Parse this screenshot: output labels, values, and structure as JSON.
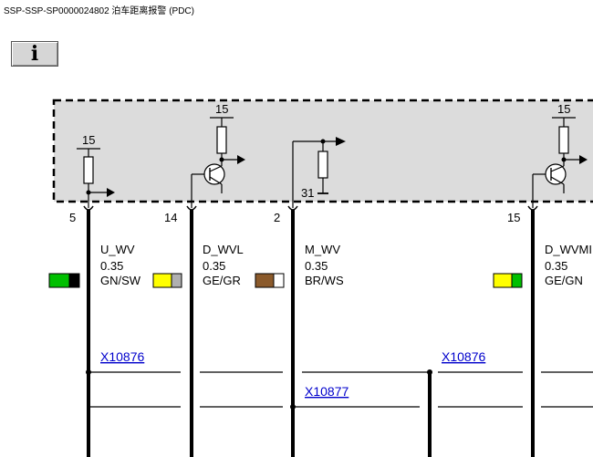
{
  "header": {
    "title": "SSP-SSP-SP0000024802 泊车距离报警 (PDC)"
  },
  "toolbar": {
    "info_button_label": "i"
  },
  "module_box": {
    "supply_labels": [
      "15",
      "15",
      "15"
    ],
    "ground_label": "31"
  },
  "pins": [
    {
      "number": "5"
    },
    {
      "number": "14"
    },
    {
      "number": "2"
    },
    {
      "number": "15"
    }
  ],
  "wires": [
    {
      "signal": "U_WV",
      "cross_section": "0.35",
      "color_code": "GN/SW",
      "colors": [
        "#00c000",
        "#000000"
      ]
    },
    {
      "signal": "D_WVL",
      "cross_section": "0.35",
      "color_code": "GE/GR",
      "colors": [
        "#ffff00",
        "#b0b0b0"
      ]
    },
    {
      "signal": "M_WV",
      "cross_section": "0.35",
      "color_code": "BR/WS",
      "colors": [
        "#8b5a2b",
        "#ffffff"
      ]
    },
    {
      "signal": "D_WVMI",
      "cross_section": "0.35",
      "color_code": "GE/GN",
      "colors": [
        "#ffff00",
        "#00c000"
      ]
    }
  ],
  "legend_swatch": {
    "colors": [
      "#00c000",
      "#000000"
    ]
  },
  "connectors": [
    {
      "id": "X10876"
    },
    {
      "id": "X10876"
    },
    {
      "id": "X10877"
    }
  ]
}
